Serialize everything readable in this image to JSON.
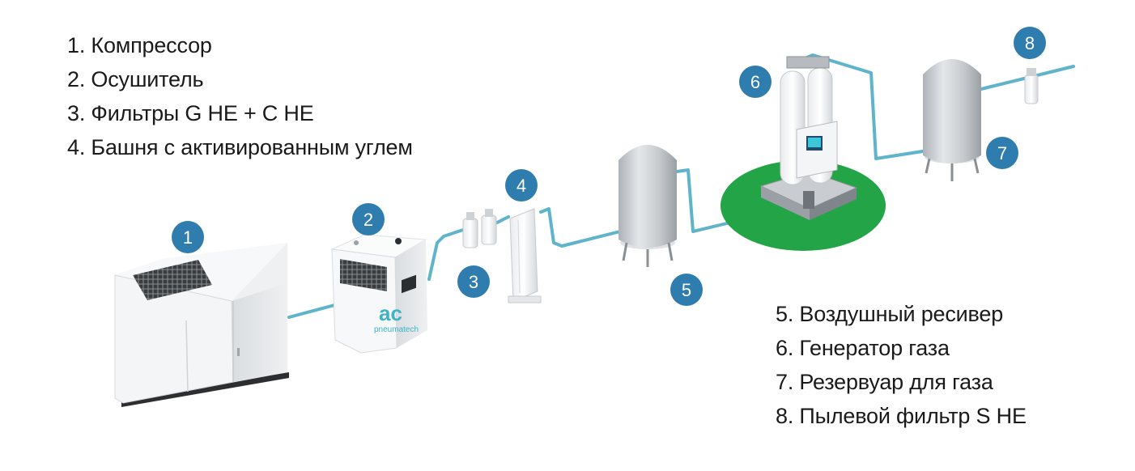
{
  "legend_left": [
    "1. Компрессор",
    "2. Осушитель",
    "3. Фильтры G HE + C HE",
    "4. Башня с активированным углем"
  ],
  "legend_right": [
    "5. Воздушный ресивер",
    "6. Генератор газа",
    "7. Резервуар для газа",
    "8. Пылевой фильтр S HE"
  ],
  "badges": [
    "1",
    "2",
    "3",
    "4",
    "5",
    "6",
    "7",
    "8"
  ],
  "dryer_brand": {
    "logo": "ac",
    "name": "pneumatech"
  },
  "colors": {
    "badge": "#2f7cae",
    "pipe": "#5fb4cc",
    "platform": "#22a447",
    "equipment": "#f2f3f4",
    "tank": "#c8ccd0"
  }
}
